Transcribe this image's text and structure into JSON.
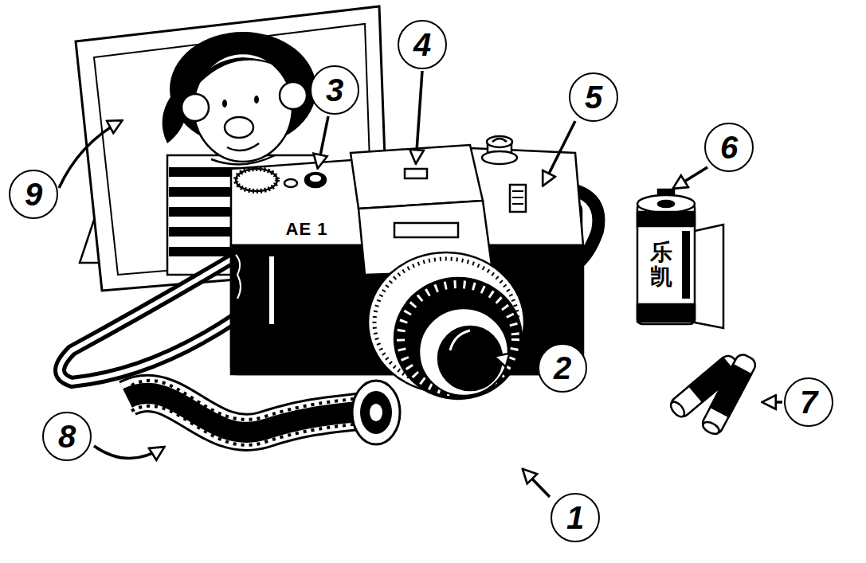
{
  "diagram": {
    "labels": [
      "4",
      "3",
      "5",
      "6",
      "9",
      "AE 1",
      "乐凯",
      "2",
      "7",
      "8",
      "1"
    ]
  }
}
